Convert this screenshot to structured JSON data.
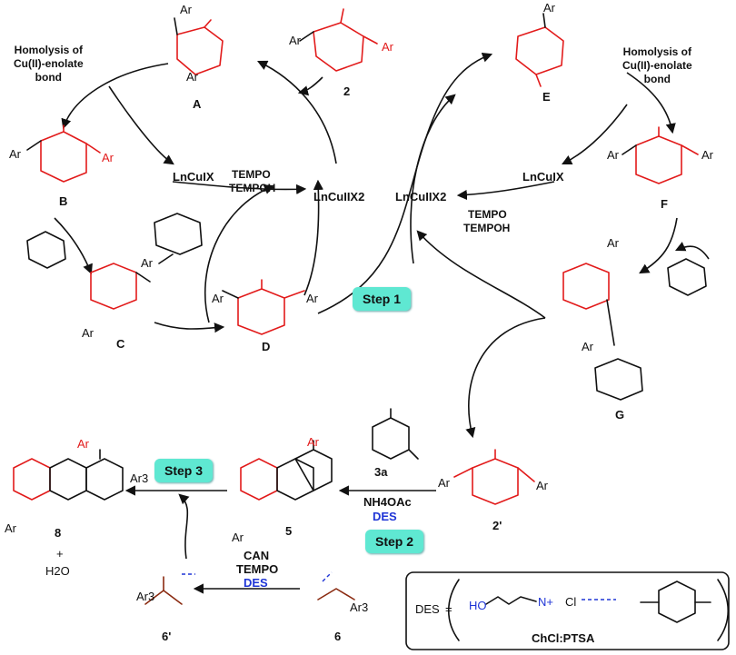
{
  "labels": {
    "homolysis_left": "Homolysis of\nCu(II)-enolate\nbond",
    "homolysis_right": "Homolysis of\nCu(II)-enolate\nbond",
    "cu1_left": "LnCuIX",
    "cu2_center": "LnCuIIX2",
    "cu1_right": "LnCuIX",
    "cu2_right": "LnCuIIX2",
    "tempo_left": "TEMPO",
    "tempoh_left": "TEMPOH",
    "tempo_right": "TEMPO",
    "tempoh_right": "TEMPOH",
    "ar": "Ar",
    "ar3": "Ar3",
    "nh4oac": "NH4OAc",
    "des": "DES",
    "can": "CAN",
    "tempo_bottom": "TEMPO",
    "des_bottom": "DES",
    "h2o": "H2O",
    "plus": "+",
    "eq": "=",
    "des_def": "DES",
    "chcl_ptsa": "ChCl:PTSA",
    "cl": "Cl",
    "ho": "HO",
    "n_plus": "N+"
  },
  "compounds": {
    "A": "A",
    "B": "B",
    "C": "C",
    "D": "D",
    "E": "E",
    "F": "F",
    "G": "G",
    "c2": "2",
    "c2p": "2'",
    "c3a": "3a",
    "c5": "5",
    "c6": "6",
    "c6p": "6'",
    "c8": "8"
  },
  "steps": {
    "step1": "Step 1",
    "step2": "Step 2",
    "step3": "Step 3"
  },
  "colors": {
    "red": "#e21b1b",
    "blue": "#1f35d6",
    "step_bg": "#5fe8d2",
    "brown": "#8a2a10"
  }
}
